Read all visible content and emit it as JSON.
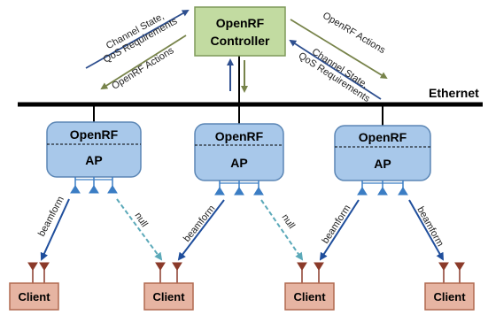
{
  "controller": {
    "line1": "OpenRF",
    "line2": "Controller",
    "fill": "#c2dba1",
    "stroke": "#7f9a5a"
  },
  "ethernet": {
    "label": "Ethernet",
    "color": "#000000"
  },
  "ap": {
    "title": "OpenRF",
    "subtitle": "AP",
    "fill": "#a8c8ea",
    "stroke": "#5b86b5",
    "antenna_color": "#3b7dc4"
  },
  "client": {
    "label": "Client",
    "fill": "#e6b4a2",
    "stroke": "#b06a50",
    "antenna_color": "#8b3a2a"
  },
  "links": {
    "left_upper": "Channel State,",
    "left_lower": "QoS Requirements",
    "left_actions": "OpenRF Actions",
    "right_actions": "OpenRF Actions",
    "right_upper": "Channel State,",
    "right_lower": "QoS Requirements"
  },
  "beams": {
    "beamform_label": "beamform",
    "null_label": "null",
    "beamform_color": "#1f4e9c",
    "null_color": "#5ba9b9"
  },
  "arrow_colors": {
    "state_arrow": "#2e4f8f",
    "action_arrow": "#77834a"
  }
}
